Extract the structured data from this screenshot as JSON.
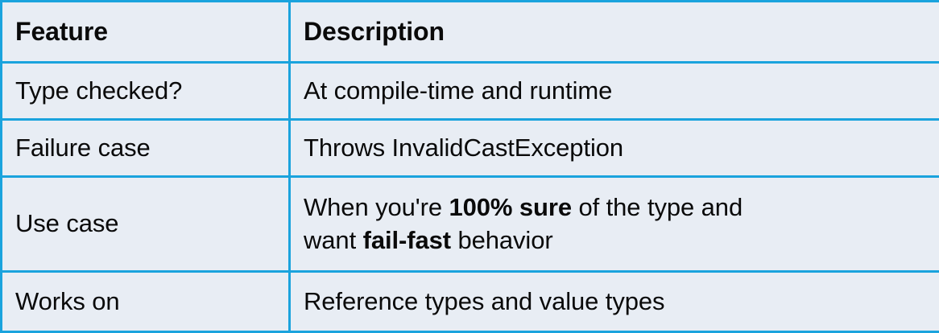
{
  "table": {
    "columns": [
      {
        "key": "feature",
        "label": "Feature"
      },
      {
        "key": "description",
        "label": "Description"
      }
    ],
    "rows": [
      {
        "feature": "Type checked?",
        "description_line1": "At compile-time and runtime",
        "description_line2": ""
      },
      {
        "feature": "Failure case",
        "description_line1": "Throws InvalidCastException",
        "description_line2": ""
      },
      {
        "feature": "Use case",
        "description_line1_part1": "When you're ",
        "description_line1_bold1": "100% sure",
        "description_line1_part2": " of the type and",
        "description_line2_part1": "want ",
        "description_line2_bold1": "fail-fast",
        "description_line2_part2": " behavior"
      },
      {
        "feature": "Works on",
        "description_line1": "Reference types and value types",
        "description_line2": ""
      }
    ]
  },
  "colors": {
    "border": "#1aa3dd",
    "cell_background": "#e8edf4",
    "text": "#0a0a0a",
    "page_background": "#ffffff"
  }
}
